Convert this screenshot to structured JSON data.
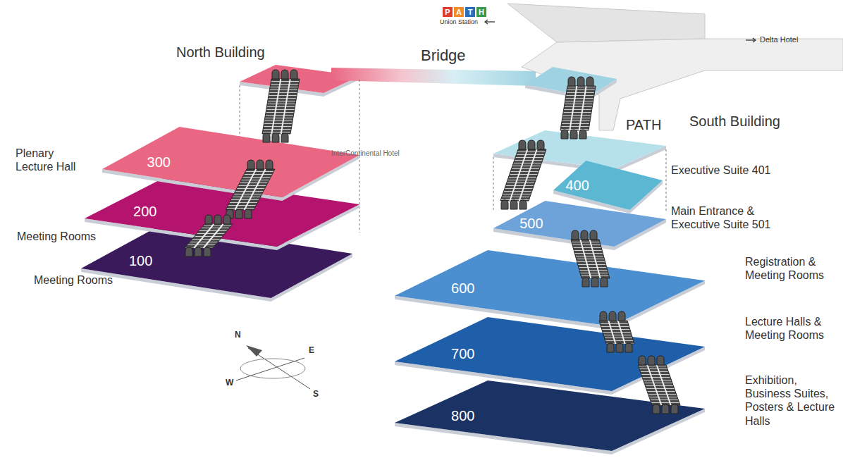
{
  "diagram": {
    "nodes": [
      {
        "text": [
          "300"
        ]
      },
      {
        "text": [
          "200"
        ]
      },
      {
        "text": [
          "100"
        ]
      },
      {
        "text": [
          "400"
        ]
      },
      {
        "text": [
          "500"
        ]
      },
      {
        "text": [
          "600"
        ]
      },
      {
        "text": [
          "700"
        ]
      },
      {
        "text": [
          "800"
        ]
      }
    ],
    "labels": [
      "P",
      "A",
      "T",
      "H",
      "Union Station",
      "Delta Hotel",
      "North Building",
      "Bridge",
      "South Building",
      "PATH",
      "InterContinental Hotel",
      "Plenary Lecture Hall",
      "Meeting Rooms",
      "Meeting Rooms",
      "Executive Suite 401",
      "Main Entrance & Executive Suite 501",
      "Registration & Meeting Rooms",
      "Lecture Halls & Meeting Rooms",
      "Exhibition, Business Suites, Posters & Lecture Halls",
      "N",
      "E",
      "W",
      "S"
    ]
  }
}
